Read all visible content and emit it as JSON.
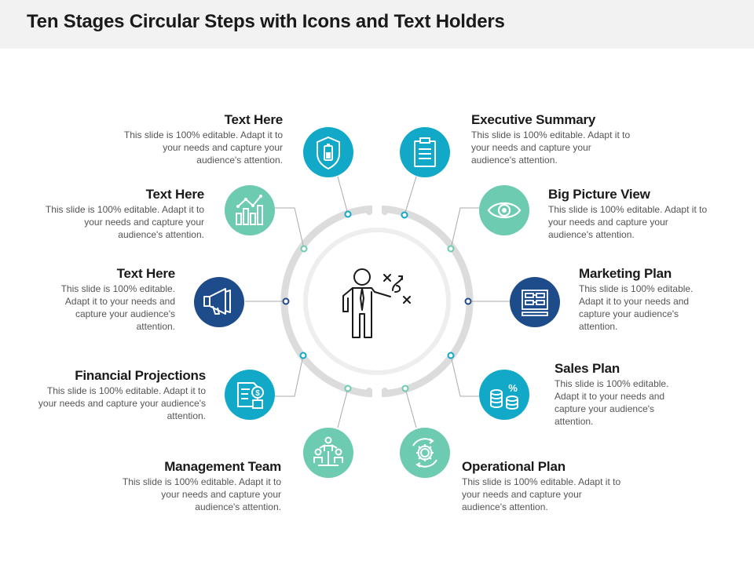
{
  "title": "Ten Stages Circular Steps with Icons and Text Holders",
  "colors": {
    "teal": "#11a9c7",
    "mint": "#6ccbb0",
    "navy": "#1e4c8a",
    "ring": "#dcdcdc",
    "connector": "#aaaaaa"
  },
  "stages": [
    {
      "heading": "Text Here",
      "body": "This slide is 100% editable. Adapt it to your needs and capture your audience's attention.",
      "icon": "shield-battery-icon",
      "color": "teal"
    },
    {
      "heading": "Text Here",
      "body": "This slide is 100% editable. Adapt it to your needs and capture your audience's attention.",
      "icon": "bar-chart-trend-icon",
      "color": "mint"
    },
    {
      "heading": "Text Here",
      "body": "This slide is 100% editable. Adapt it to your needs and capture your audience's attention.",
      "icon": "megaphone-icon",
      "color": "navy"
    },
    {
      "heading": "Financial Projections",
      "body": "This slide is 100% editable. Adapt it to your needs and capture your audience's attention.",
      "icon": "dollar-document-icon",
      "color": "teal"
    },
    {
      "heading": "Management Team",
      "body": "This slide is 100% editable. Adapt it to your needs and capture your audience's attention.",
      "icon": "team-network-icon",
      "color": "mint"
    },
    {
      "heading": "Executive Summary",
      "body": "This slide is 100% editable. Adapt it to your needs and capture your audience's attention.",
      "icon": "clipboard-icon",
      "color": "teal"
    },
    {
      "heading": "Big Picture View",
      "body": "This slide is 100% editable. Adapt it to your needs and capture your audience's attention.",
      "icon": "eye-icon",
      "color": "mint"
    },
    {
      "heading": "Marketing Plan",
      "body": "This slide is 100% editable. Adapt it to your needs and capture your audience's attention.",
      "icon": "blueprint-plan-icon",
      "color": "navy"
    },
    {
      "heading": "Sales Plan",
      "body": "This slide is 100% editable. Adapt it to your needs and capture your audience's attention.",
      "icon": "coins-percent-icon",
      "color": "teal"
    },
    {
      "heading": "Operational Plan",
      "body": "This slide is 100% editable. Adapt it to your needs and capture your audience's attention.",
      "icon": "gear-cycle-icon",
      "color": "mint"
    }
  ],
  "center_icon": "strategy-presenter-icon"
}
